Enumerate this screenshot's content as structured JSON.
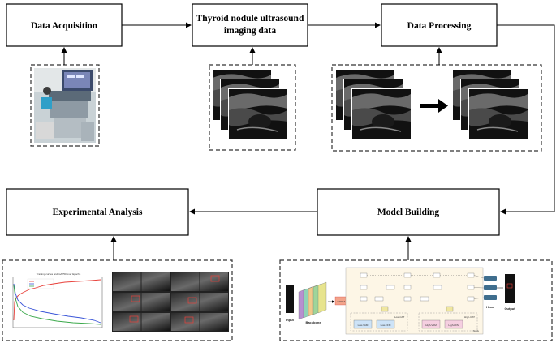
{
  "boxes": {
    "data_acquisition": "Data Acquisition",
    "ultrasound_line1": "Thyroid nodule ultrasound",
    "ultrasound_line2": "imaging data",
    "data_processing": "Data Processing",
    "model_building": "Model Building",
    "experimental_analysis": "Experimental Analysis"
  },
  "model_diagram": {
    "input": "Input",
    "backbone": "Backbone",
    "cbam": "C2PCA",
    "low_cat": "Low-CAT",
    "high_cat": "High-CAT",
    "low_vam": "Low-VAM",
    "low_ffm": "Low-FFM",
    "high_vam": "High-VAM",
    "high_ffm": "High-FFM",
    "neck": "Neck",
    "head": "Head",
    "output": "Output"
  },
  "chart": {
    "title": "Training curves and mAP50 over Epochs"
  },
  "colors": {
    "stroke": "#000000",
    "dash": "#333333",
    "chart_red": "#e8403a",
    "chart_blue": "#3a55d8",
    "chart_green": "#3aa84a"
  }
}
